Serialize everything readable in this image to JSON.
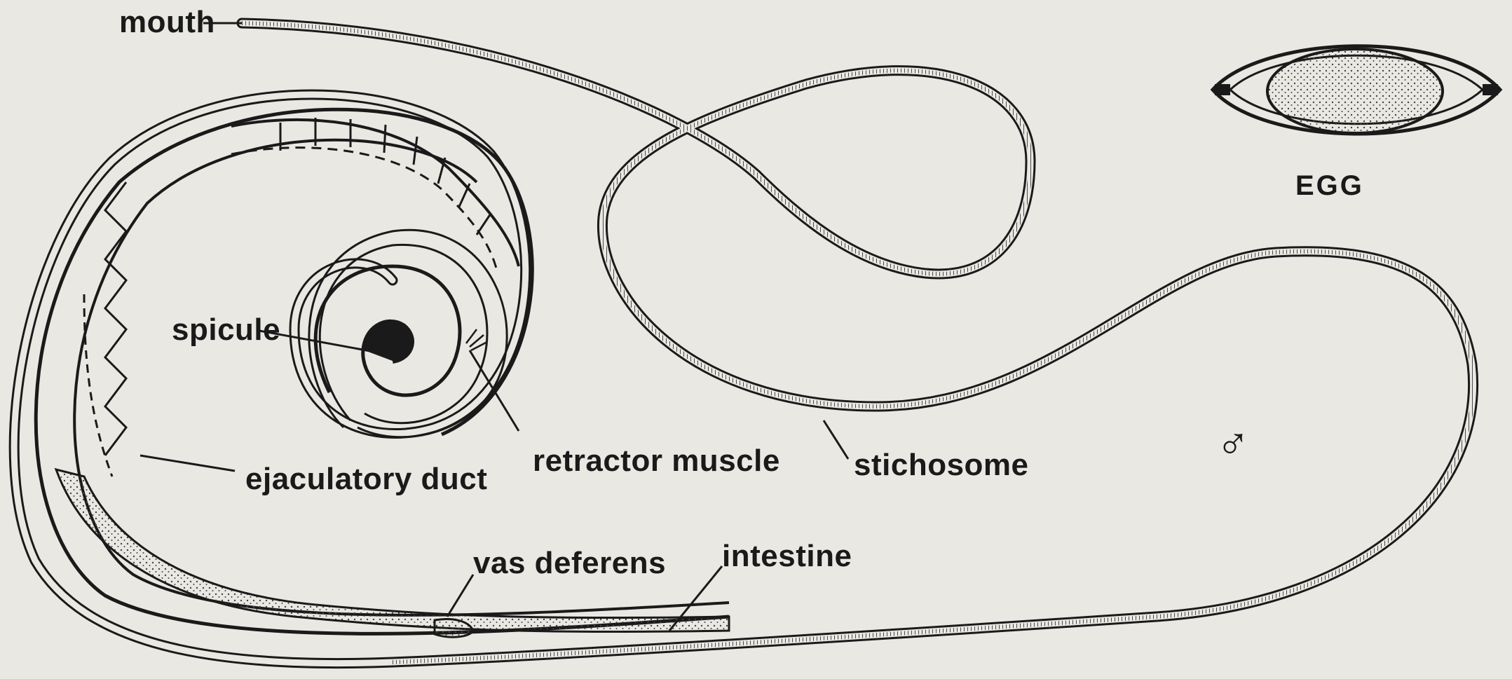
{
  "diagram": {
    "labels": {
      "mouth": "mouth",
      "egg": "EGG",
      "spicule": "spicule",
      "retractor_muscle": "retractor muscle",
      "stichosome": "stichosome",
      "ejaculatory_duct": "ejaculatory duct",
      "vas_deferens": "vas deferens",
      "intestine": "intestine"
    },
    "male_symbol": "♂"
  },
  "colors": {
    "background": "#e9e8e3",
    "ink": "#1a1a1a",
    "stipple": "#555555"
  }
}
